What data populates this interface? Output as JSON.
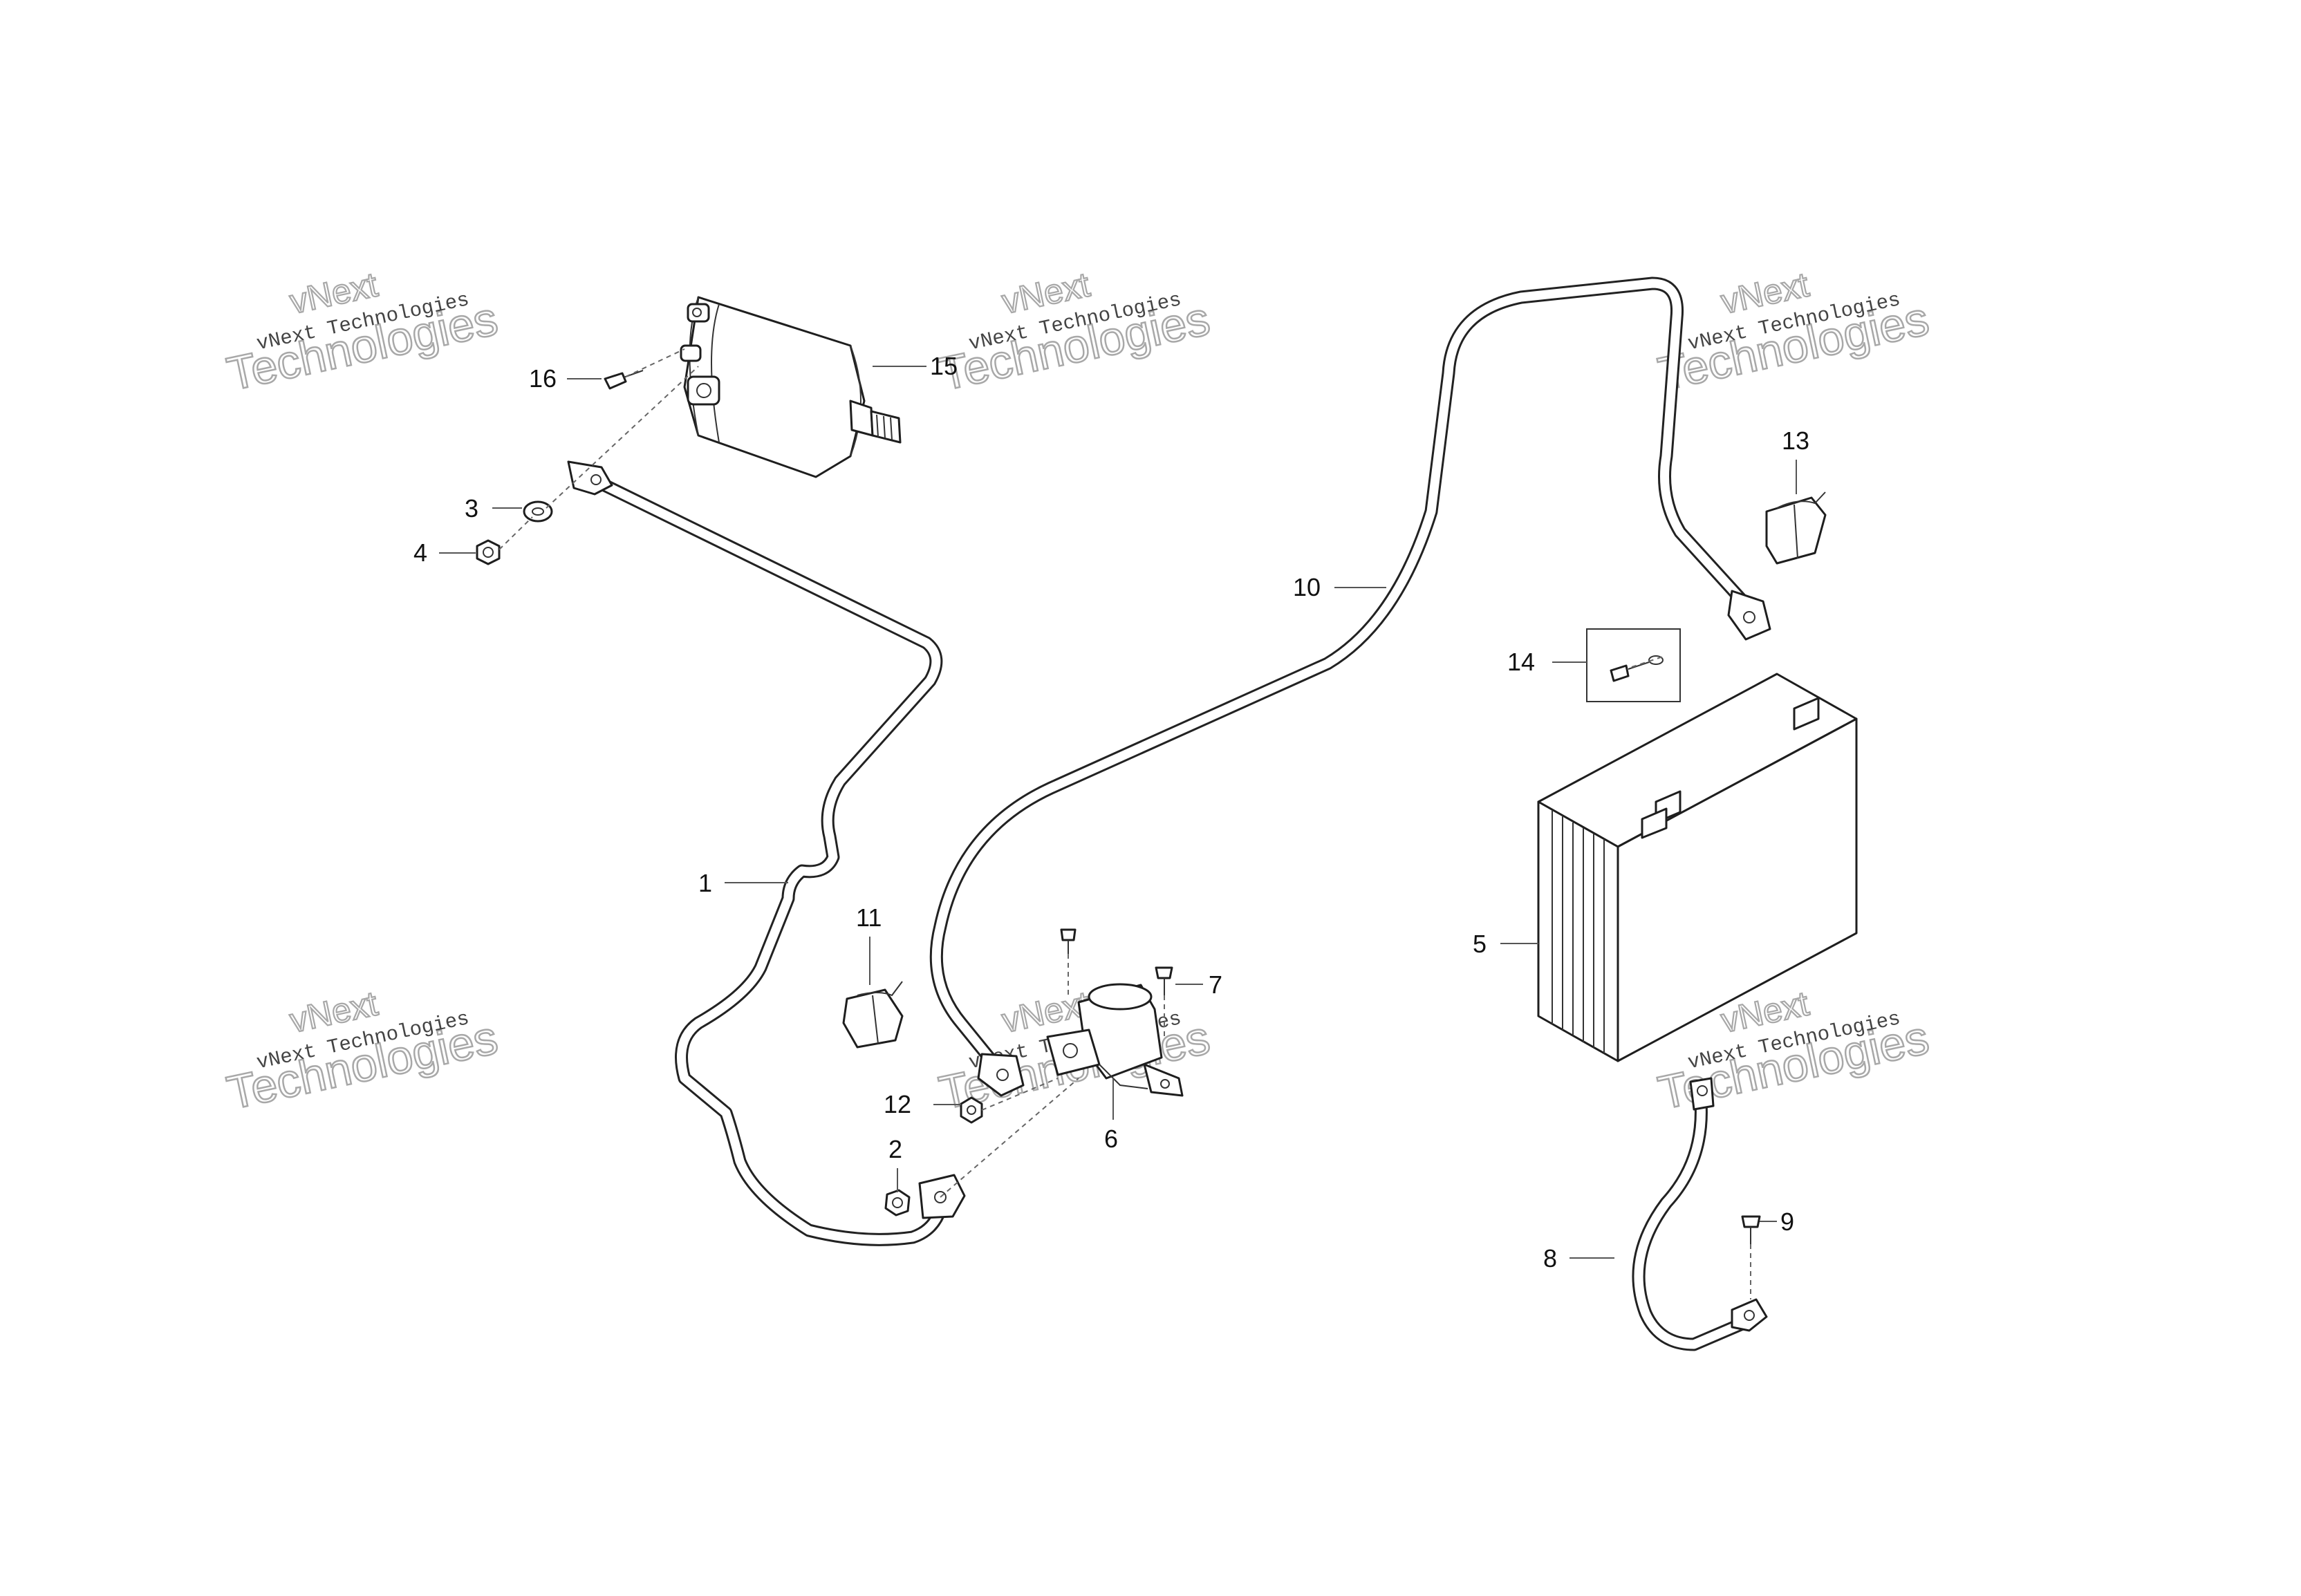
{
  "watermark": {
    "line_small": "vNext Technologies",
    "line_top": "vNext",
    "line_big": "Technologies"
  },
  "callouts": {
    "c1": "1",
    "c2": "2",
    "c3": "3",
    "c4": "4",
    "c5": "5",
    "c6": "6",
    "c7": "7",
    "c8": "8",
    "c9": "9",
    "c10": "10",
    "c11": "11",
    "c12": "12",
    "c13": "13",
    "c14": "14",
    "c15": "15",
    "c16": "16"
  }
}
